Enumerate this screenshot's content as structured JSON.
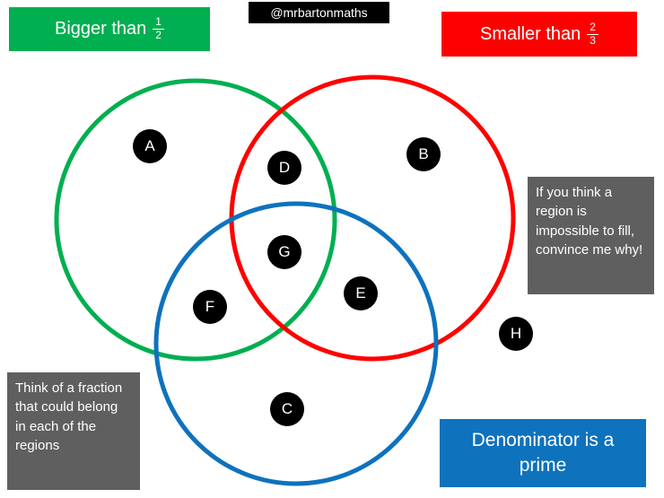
{
  "colors": {
    "green": "#00AF50",
    "red": "#FF0000",
    "blue": "#0E72BD",
    "grey": "#5F5F5F",
    "black": "#000000",
    "white": "#FFFFFF"
  },
  "header": {
    "left_box": {
      "text": "Bigger than",
      "fraction": {
        "numerator": "1",
        "denominator": "2"
      }
    },
    "credit_badge": "@mrbartonmaths",
    "right_box": {
      "text": "Smaller than",
      "fraction": {
        "numerator": "2",
        "denominator": "3"
      }
    }
  },
  "venn": {
    "circles": [
      {
        "name": "bigger-than-half-circle",
        "color": "#00AF50"
      },
      {
        "name": "smaller-than-two-thirds-circle",
        "color": "#FF0000"
      },
      {
        "name": "denominator-is-prime-circle",
        "color": "#0E72BD"
      }
    ],
    "labels": [
      {
        "letter": "A"
      },
      {
        "letter": "B"
      },
      {
        "letter": "C"
      },
      {
        "letter": "D"
      },
      {
        "letter": "E"
      },
      {
        "letter": "F"
      },
      {
        "letter": "G"
      },
      {
        "letter": "H"
      }
    ]
  },
  "notes": {
    "impossible": "If you think a region is impossible to fill, convince me why!",
    "think": "Think of a fraction that could belong in each of the regions"
  },
  "footer": {
    "blue_box": "Denominator is a prime"
  }
}
